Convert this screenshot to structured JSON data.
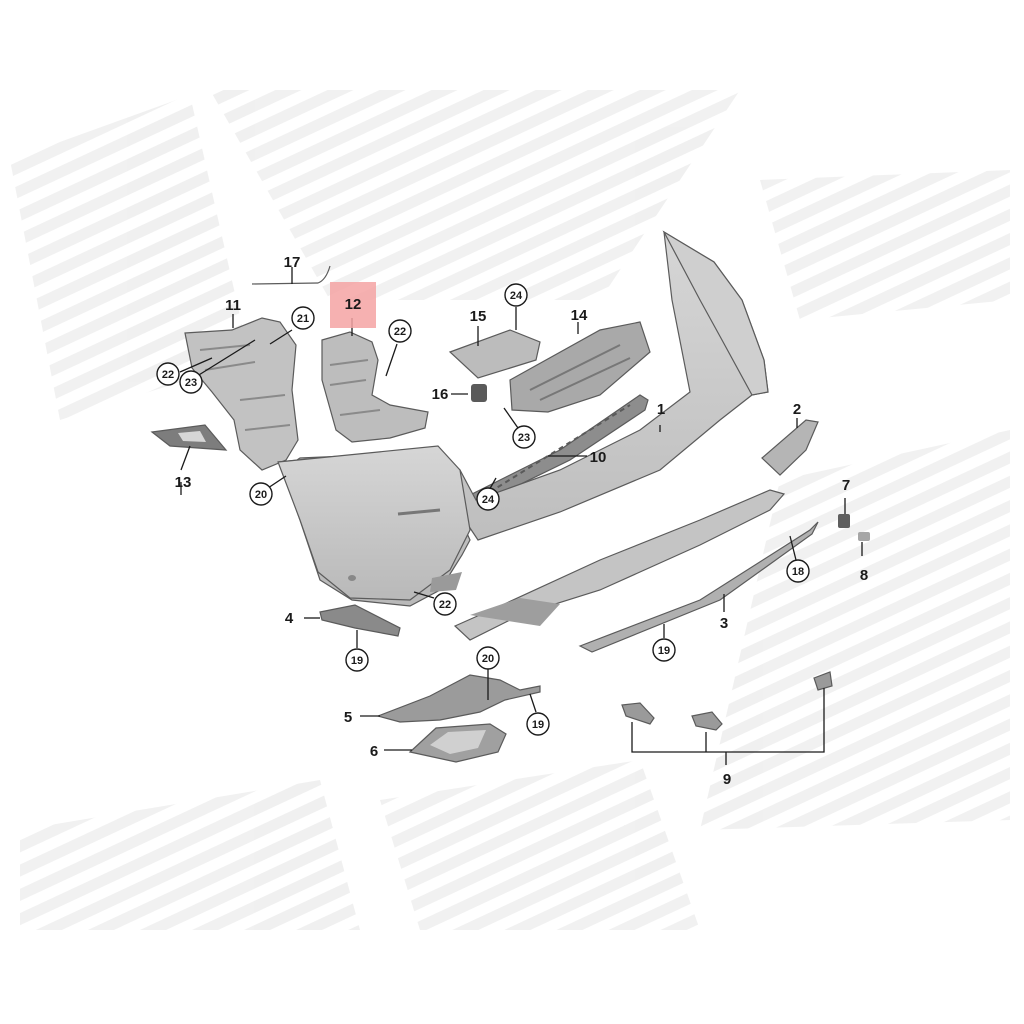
{
  "diagram": {
    "highlight_part": "12",
    "colors": {
      "part_fill": "#c9c9c9",
      "part_dark": "#8a8a8a",
      "highlight": "#f4a3a3",
      "watermark": "#e8e8e8"
    },
    "callouts": [
      {
        "id": "1",
        "label": "1",
        "style": "plain"
      },
      {
        "id": "2",
        "label": "2",
        "style": "plain"
      },
      {
        "id": "3",
        "label": "3",
        "style": "plain"
      },
      {
        "id": "4",
        "label": "4",
        "style": "plain"
      },
      {
        "id": "5",
        "label": "5",
        "style": "plain"
      },
      {
        "id": "6",
        "label": "6",
        "style": "plain"
      },
      {
        "id": "7",
        "label": "7",
        "style": "plain"
      },
      {
        "id": "8",
        "label": "8",
        "style": "plain"
      },
      {
        "id": "9",
        "label": "9",
        "style": "plain"
      },
      {
        "id": "10",
        "label": "10",
        "style": "plain"
      },
      {
        "id": "11",
        "label": "11",
        "style": "plain"
      },
      {
        "id": "12",
        "label": "12",
        "style": "highlight"
      },
      {
        "id": "13",
        "label": "13",
        "style": "plain"
      },
      {
        "id": "14",
        "label": "14",
        "style": "plain"
      },
      {
        "id": "15",
        "label": "15",
        "style": "plain"
      },
      {
        "id": "16",
        "label": "16",
        "style": "plain"
      },
      {
        "id": "17",
        "label": "17",
        "style": "plain"
      },
      {
        "id": "c18",
        "label": "18",
        "style": "circle"
      },
      {
        "id": "c19a",
        "label": "19",
        "style": "circle"
      },
      {
        "id": "c19b",
        "label": "19",
        "style": "circle"
      },
      {
        "id": "c19c",
        "label": "19",
        "style": "circle"
      },
      {
        "id": "c20a",
        "label": "20",
        "style": "circle"
      },
      {
        "id": "c20b",
        "label": "20",
        "style": "circle"
      },
      {
        "id": "c21",
        "label": "21",
        "style": "circle"
      },
      {
        "id": "c22a",
        "label": "22",
        "style": "circle"
      },
      {
        "id": "c22b",
        "label": "22",
        "style": "circle"
      },
      {
        "id": "c22c",
        "label": "22",
        "style": "circle"
      },
      {
        "id": "c23a",
        "label": "23",
        "style": "circle"
      },
      {
        "id": "c23b",
        "label": "23",
        "style": "circle"
      },
      {
        "id": "c24a",
        "label": "24",
        "style": "circle"
      },
      {
        "id": "c24b",
        "label": "24",
        "style": "circle"
      }
    ]
  }
}
